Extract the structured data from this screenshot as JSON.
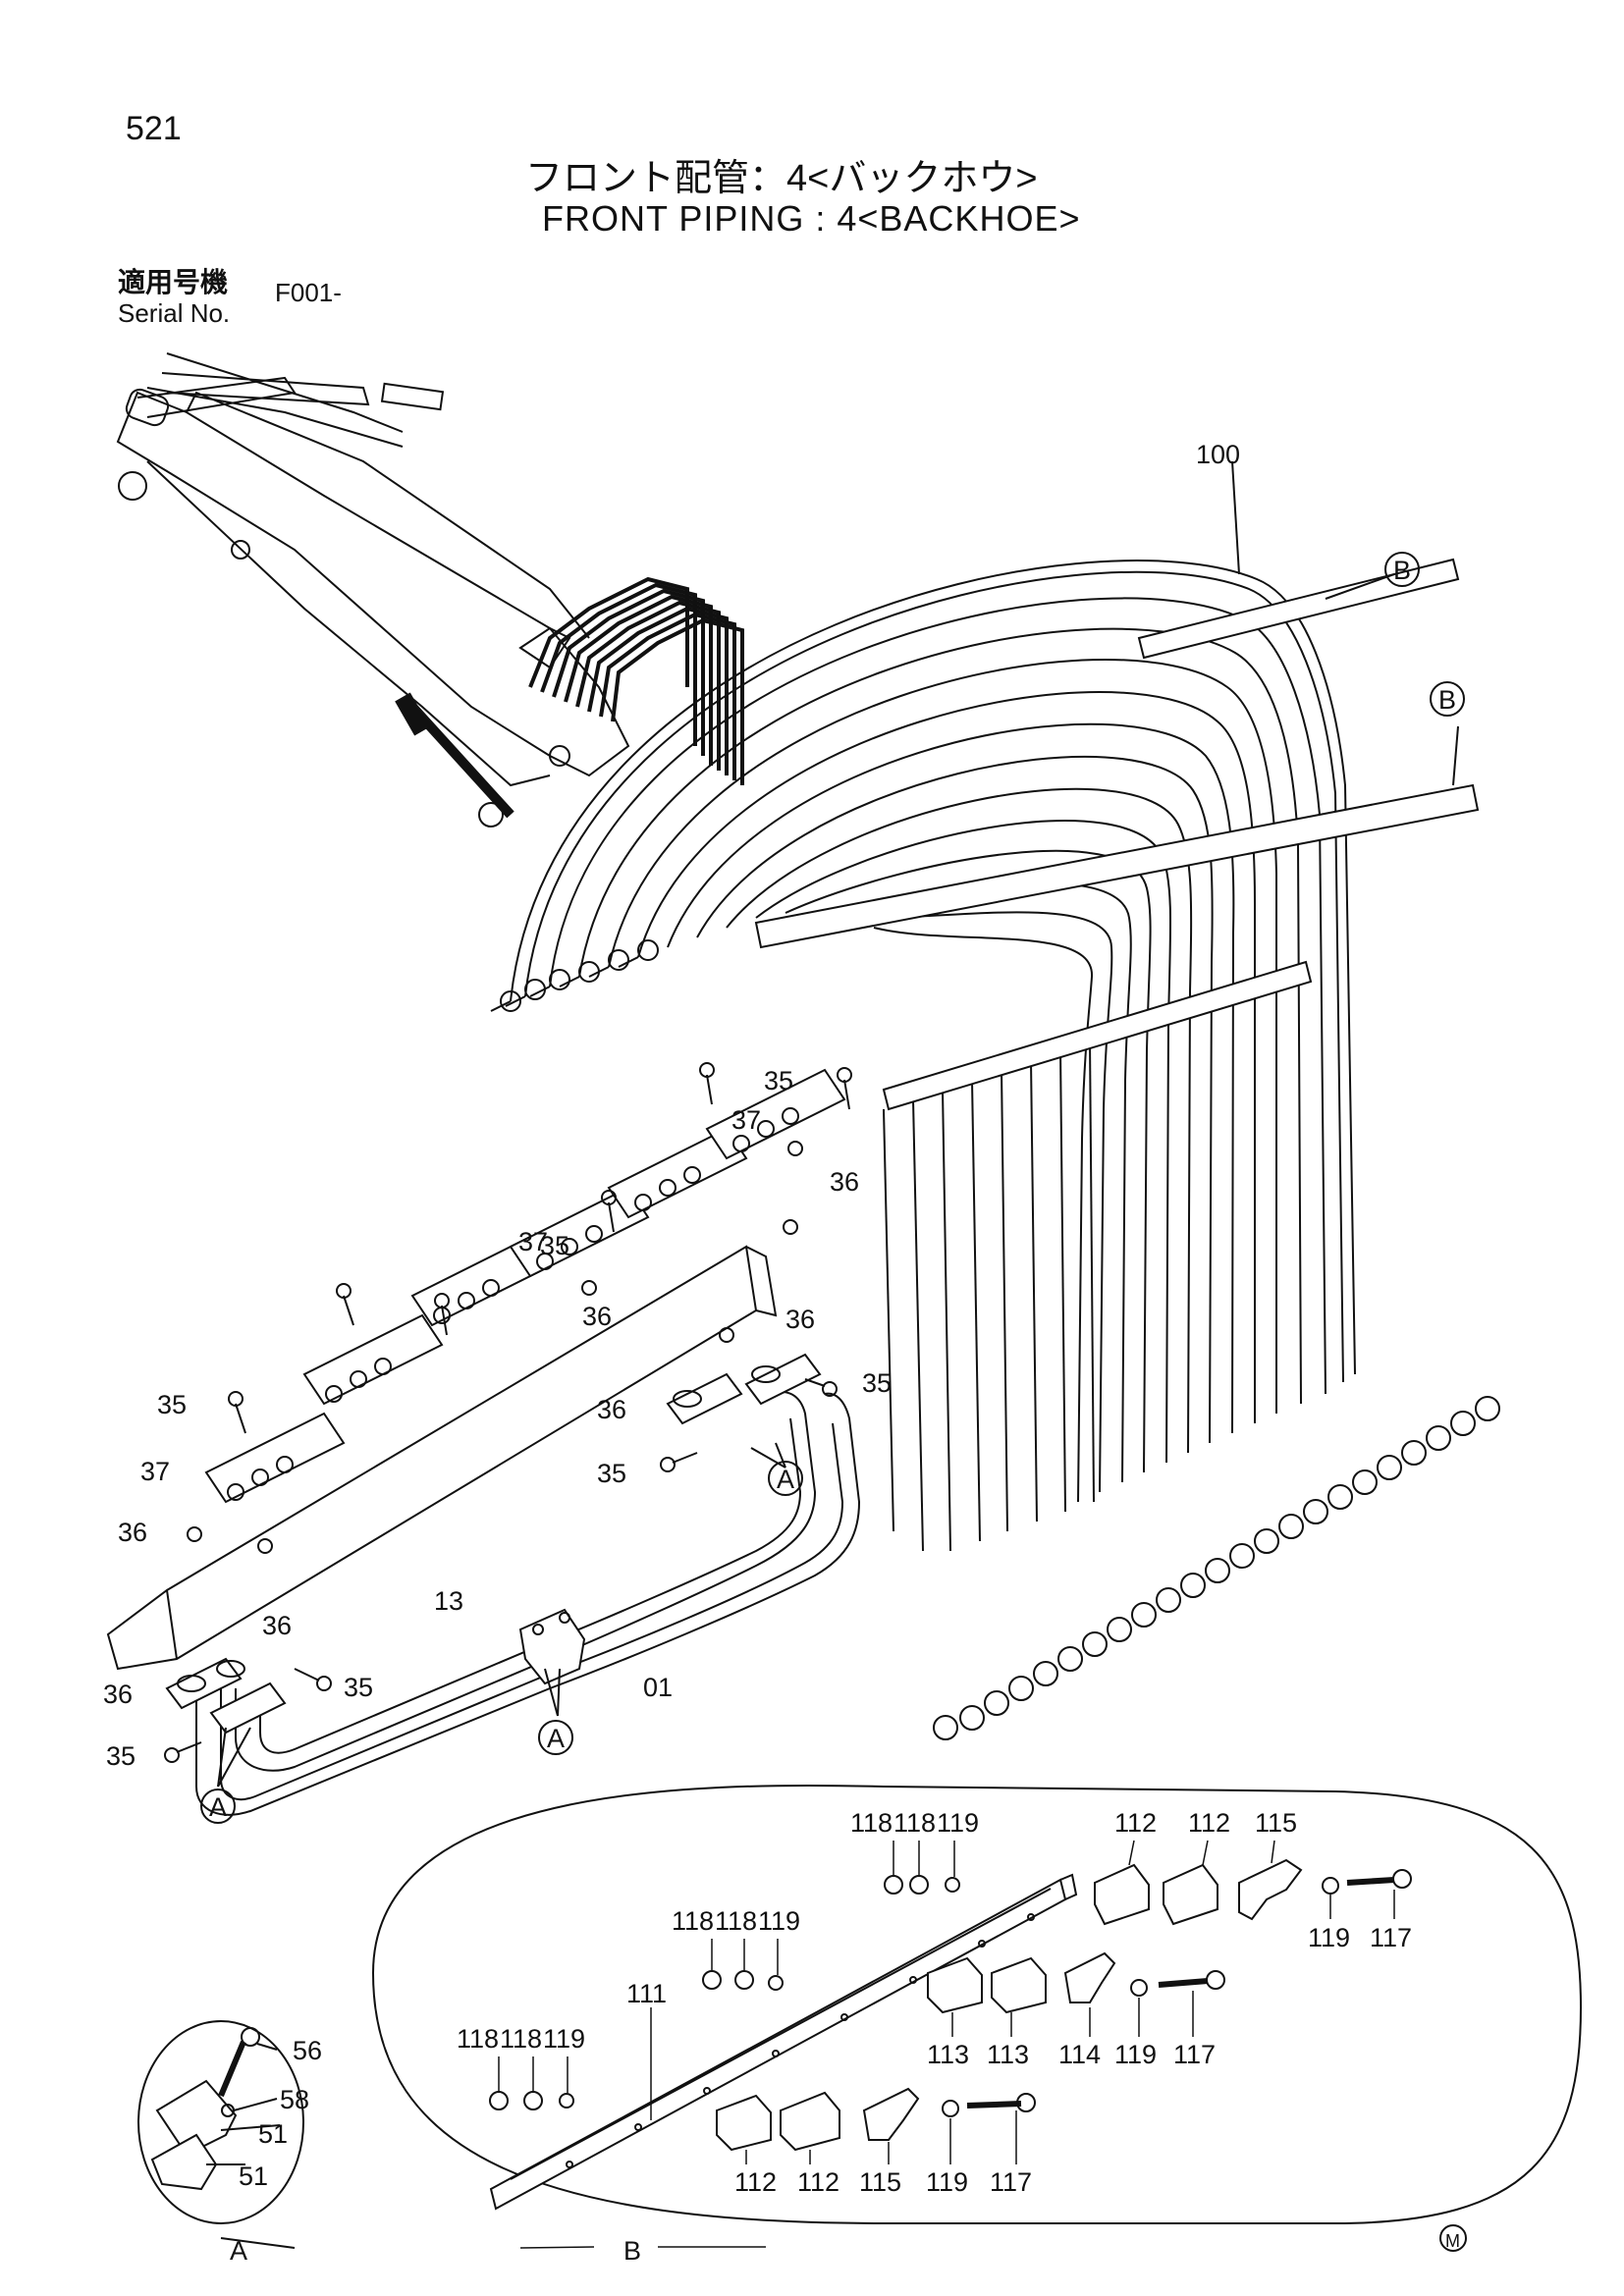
{
  "page": {
    "number": "521",
    "title_jp": "フロント配管：4<バックホウ>",
    "title_en": "FRONT PIPING : 4<BACKHOE>",
    "serial_label_jp": "適用号機",
    "serial_label_en": "Serial No.",
    "serial_value": "F001-",
    "mark": "M"
  },
  "callouts": {
    "c100": "100",
    "b1": "B",
    "b2": "B",
    "b3": "B",
    "a1": "A",
    "a2": "A",
    "a3": "A",
    "a4": "A",
    "c35a": "35",
    "c35b": "35",
    "c35c": "35",
    "c35d": "35",
    "c35e": "35",
    "c35f": "35",
    "c35g": "35",
    "c37a": "37",
    "c37b": "37",
    "c37c": "37",
    "c36a": "36",
    "c36b": "36",
    "c36c": "36",
    "c36d": "36",
    "c36e": "36",
    "c36f": "36",
    "c36g": "36",
    "c13": "13",
    "c01": "01",
    "c56": "56",
    "c58": "58",
    "c51a": "51",
    "c51b": "51",
    "c111": "111",
    "t118a": "118",
    "t118b": "118",
    "t119a": "119",
    "t118c": "118",
    "t118d": "118",
    "t119b": "119",
    "t118e": "118",
    "t118f": "118",
    "t119c": "119",
    "t112a": "112",
    "t112b": "112",
    "t115a": "115",
    "t119d": "119",
    "t117a": "117",
    "t113a": "113",
    "t113b": "113",
    "t114": "114",
    "t119e": "119",
    "t117b": "117",
    "t112c": "112",
    "t112d": "112",
    "t115b": "115",
    "t119f": "119",
    "t117c": "117"
  }
}
